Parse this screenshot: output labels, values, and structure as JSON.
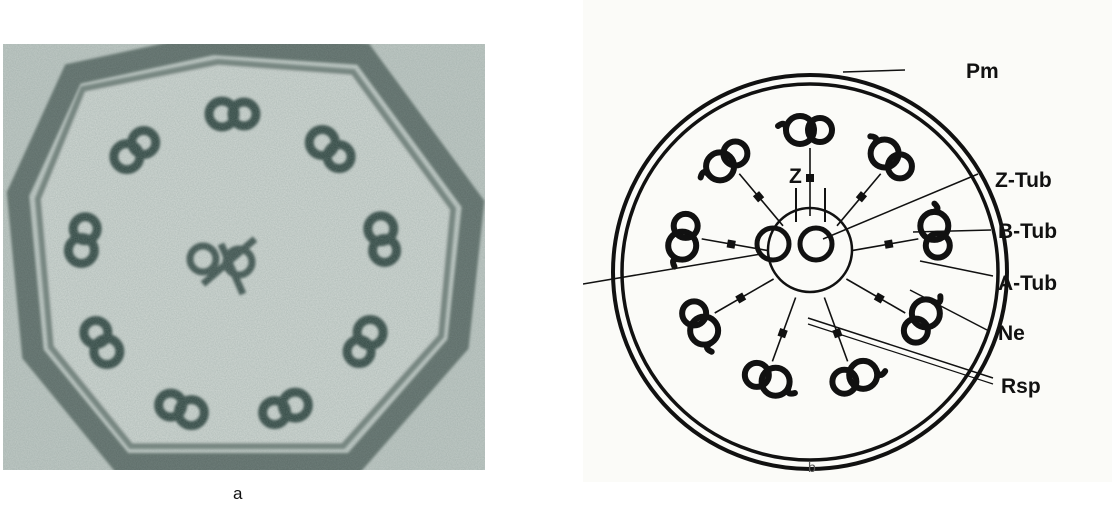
{
  "panel_a": {
    "caption": "a"
  },
  "panel_b": {
    "caption": "b",
    "center_label": "Z",
    "labels": {
      "pm": "Pm",
      "z_tub": "Z-Tub",
      "b_tub": "B-Tub",
      "a_tub": "A-Tub",
      "ne": "Ne",
      "rsp": "Rsp"
    }
  }
}
